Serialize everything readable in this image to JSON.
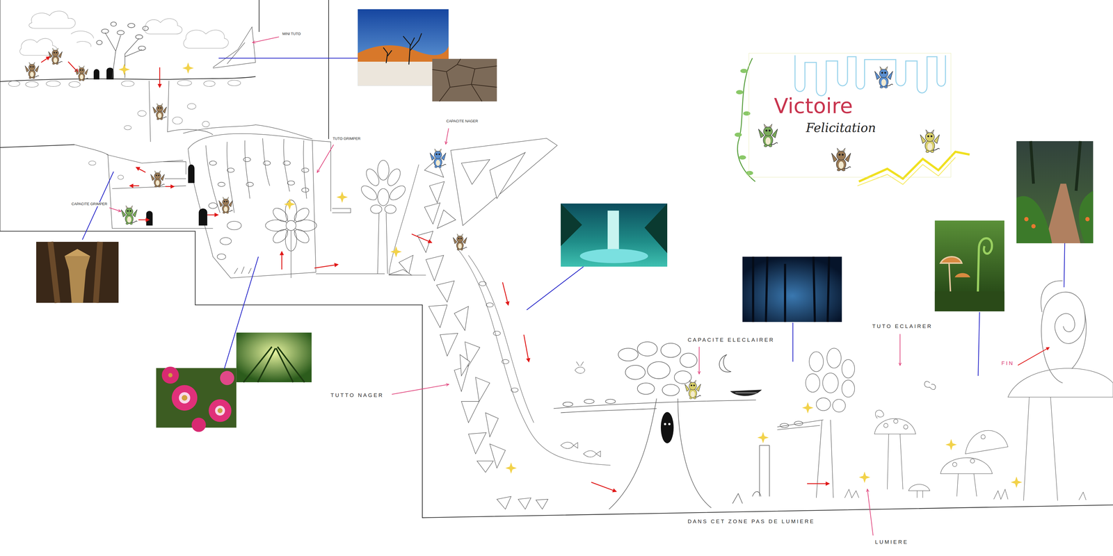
{
  "diagram": {
    "nodes": [
      {
        "text": [
          "Victoire",
          "Felicitation"
        ]
      }
    ],
    "labels": [
      "MINI TUTO",
      "TUTO GRIMPER",
      "CAPACITE GRIMPER",
      "CAPACITE NAGER",
      "TUTTO NAGER",
      "CAPACITE ELECLAIRER",
      "TUTO ECLAIRER",
      "FIN",
      "DANS CET ZONE PAS DE LUMIERE",
      "LUMIERE"
    ]
  }
}
